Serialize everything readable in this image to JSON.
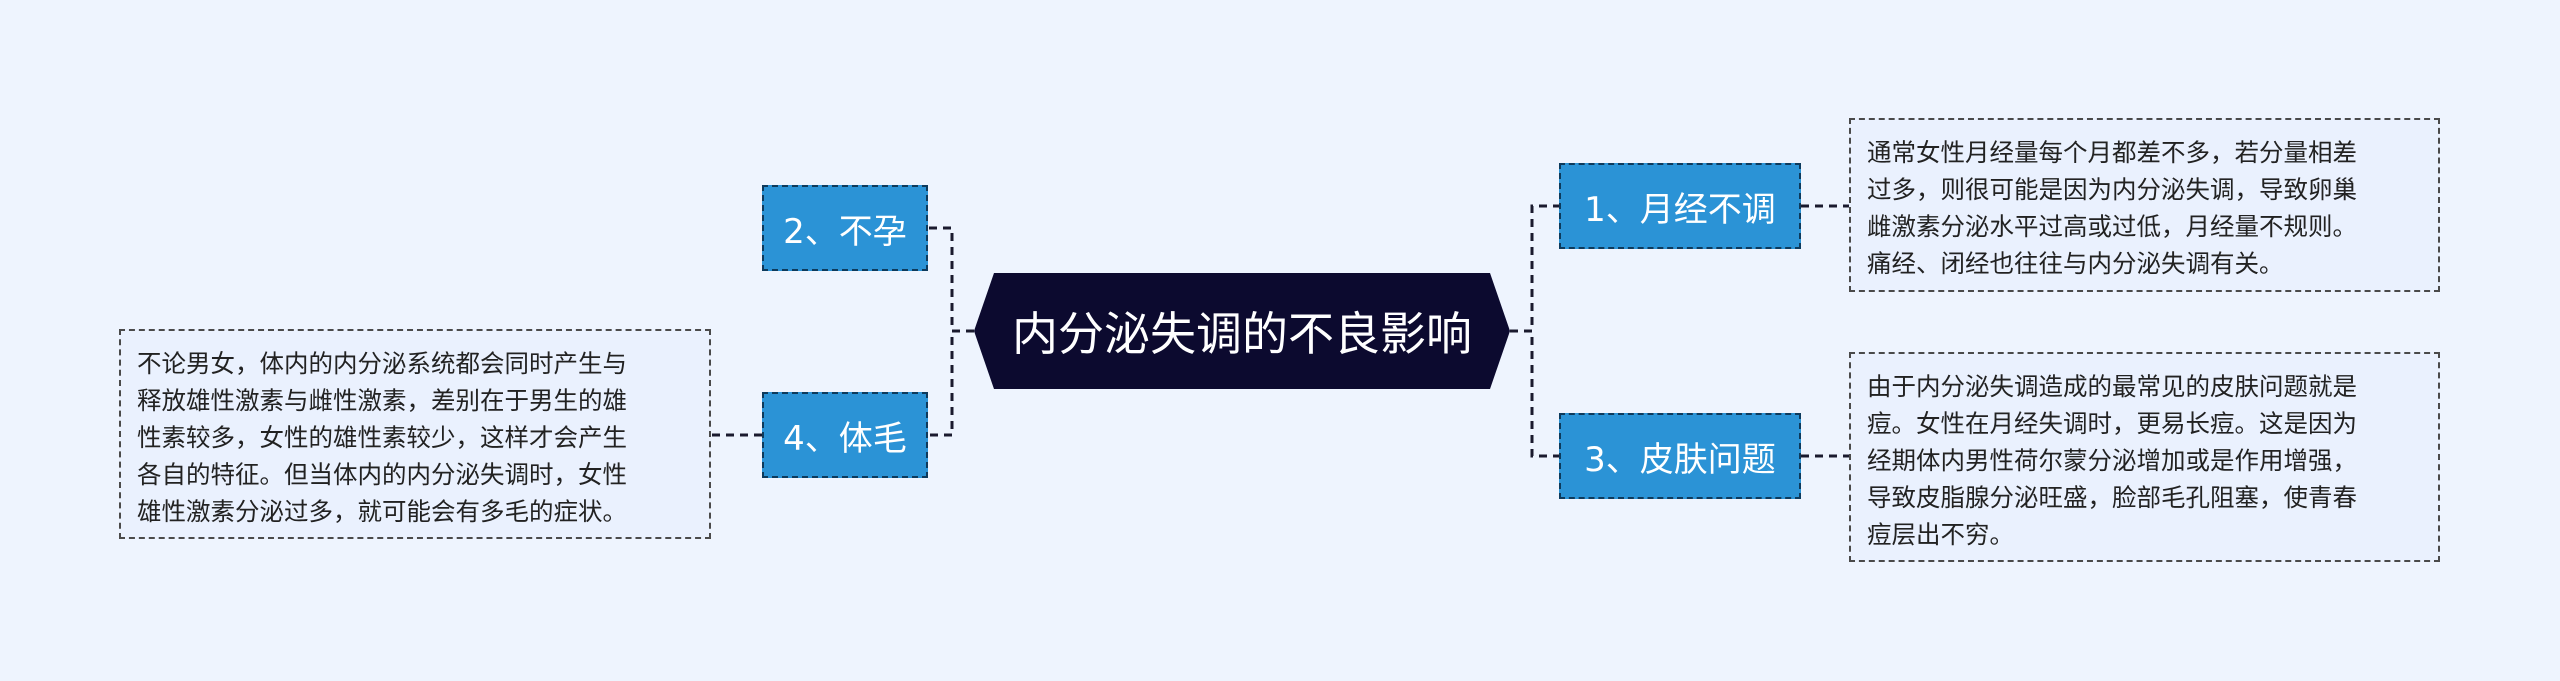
{
  "diagram": {
    "center": "内分泌失调的不良影响",
    "topics": [
      {
        "id": "t1",
        "label": "1、月经不调"
      },
      {
        "id": "t2",
        "label": "2、不孕"
      },
      {
        "id": "t3",
        "label": "3、皮肤问题"
      },
      {
        "id": "t4",
        "label": "4、体毛"
      }
    ],
    "details": [
      {
        "topic": "t1",
        "lines": [
          "通常女性月经量每个月都差不多，若分量相差",
          "过多，则很可能是因为内分泌失调，导致卵巢",
          "雌激素分泌水平过高或过低，月经量不规则。",
          "痛经、闭经也往往与内分泌失调有关。"
        ]
      },
      {
        "topic": "t3",
        "lines": [
          "由于内分泌失调造成的最常见的皮肤问题就是",
          "痘。女性在月经失调时，更易长痘。这是因为",
          "经期体内男性荷尔蒙分泌增加或是作用增强，",
          "导致皮脂腺分泌旺盛，脸部毛孔阻塞，使青春",
          "痘层出不穷。"
        ]
      },
      {
        "topic": "t4",
        "lines": [
          "不论男女，体内的内分泌系统都会同时产生与",
          "释放雄性激素与雌性激素，差别在于男生的雄",
          "性素较多，女性的雄性素较少，这样才会产生",
          "各自的特征。但当体内的内分泌失调时，女性",
          "雄性激素分泌过多，就可能会有多毛的症状。"
        ]
      }
    ]
  }
}
